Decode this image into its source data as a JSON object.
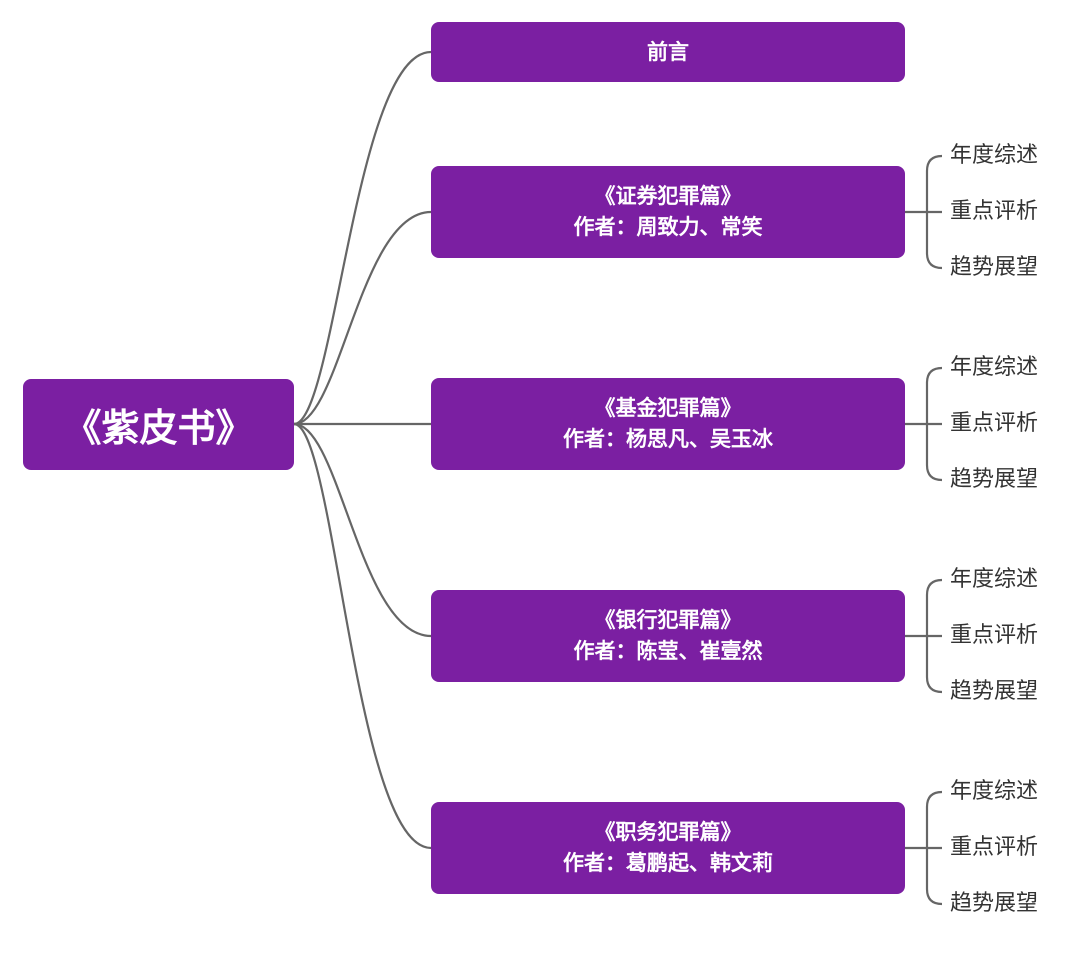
{
  "root": {
    "label": "《紫皮书》"
  },
  "branches": [
    {
      "title": "前言",
      "author": ""
    },
    {
      "title": "《证券犯罪篇》",
      "author": "作者：周致力、常笑"
    },
    {
      "title": "《基金犯罪篇》",
      "author": "作者：杨思凡、吴玉冰"
    },
    {
      "title": "《银行犯罪篇》",
      "author": "作者：陈莹、崔壹然"
    },
    {
      "title": "《职务犯罪篇》",
      "author": "作者：葛鹏起、韩文莉"
    }
  ],
  "leaf_labels": [
    "年度综述",
    "重点评析",
    "趋势展望"
  ],
  "colors": {
    "node_fill": "#7b1fa2",
    "node_text": "#ffffff",
    "connector": "#666666",
    "leaf_text": "#333333"
  }
}
